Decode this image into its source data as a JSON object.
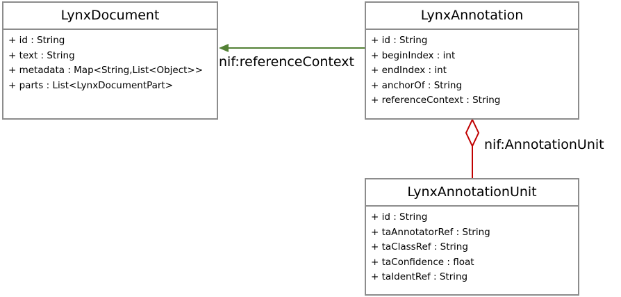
{
  "classes": {
    "doc": {
      "name": "LynxDocument",
      "attributes": [
        "+ id : String",
        "+ text : String",
        "+ metadata : Map<String,List<Object>>",
        "+ parts : List<LynxDocumentPart>"
      ]
    },
    "annotation": {
      "name": "LynxAnnotation",
      "attributes": [
        "+ id : String",
        "+ beginIndex : int",
        "+ endIndex : int",
        "+ anchorOf : String",
        "+ referenceContext : String"
      ]
    },
    "unit": {
      "name": "LynxAnnotationUnit",
      "attributes": [
        "+ id : String",
        "+ taAnnotatorRef : String",
        "+ taClassRef : String",
        "+ taConfidence : float",
        "+ taIdentRef : String"
      ]
    }
  },
  "relations": {
    "reference_context": {
      "label": "nif:referenceContext",
      "color": "#538135"
    },
    "annotation_unit": {
      "label": "nif:AnnotationUnit",
      "color": "#c00000"
    }
  },
  "colors": {
    "box_border": "#8c8c8c"
  }
}
